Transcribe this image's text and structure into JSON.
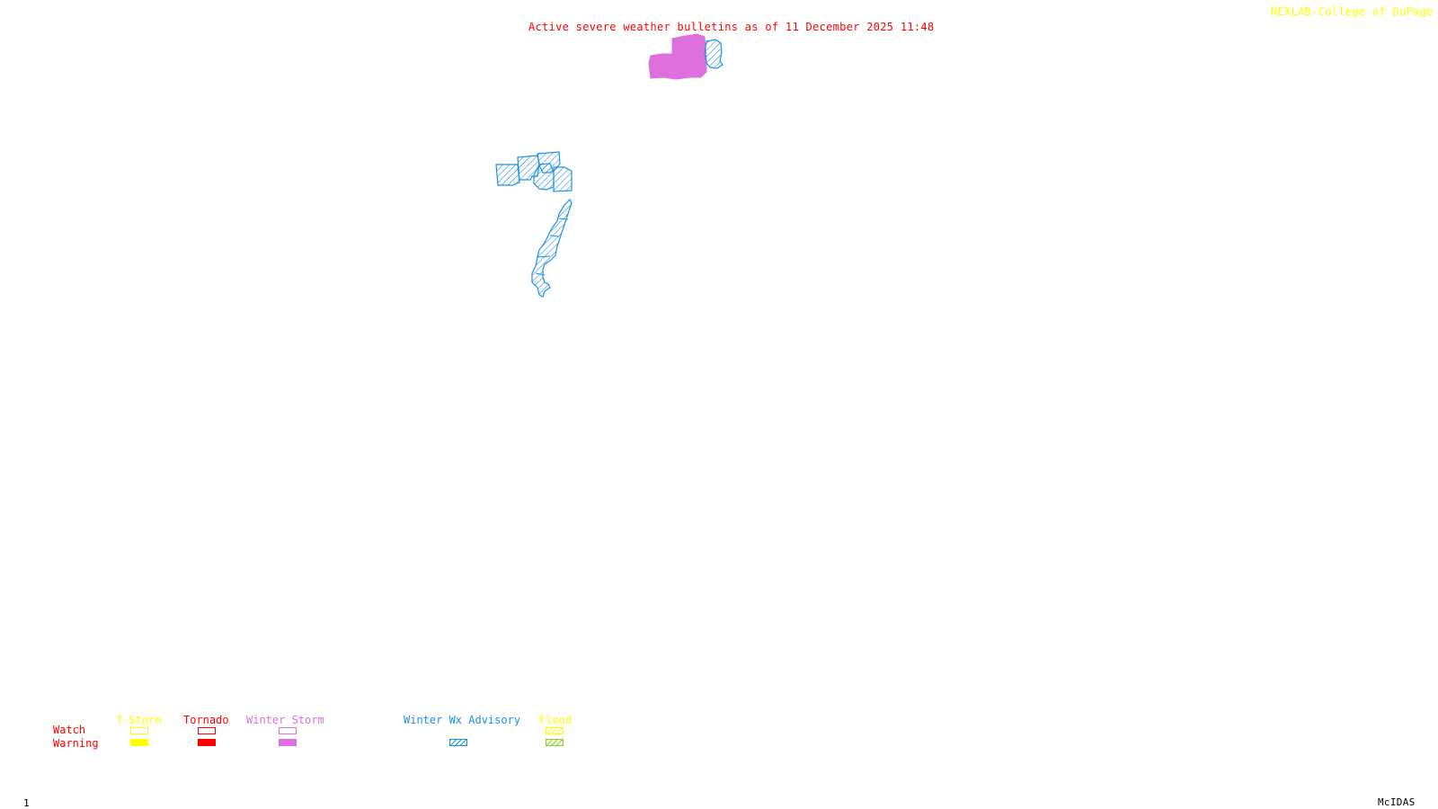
{
  "header": {
    "title": "Active severe weather bulletins as of 11 December 2025 11:48",
    "credit": "NEXLAB-College of DuPage",
    "credit_icon": "nexlab-logo-icon"
  },
  "footer": {
    "frame_number": "1",
    "software": "McIDAS"
  },
  "colors": {
    "tstorm": "#ffff00",
    "tornado": "#ff0000",
    "winter_storm": "#dd70dd",
    "winter_wx_advisory": "#1e90e8",
    "flood_watch": "#ffff00",
    "flood_warning": "#88d020",
    "row_label": "#ff0000"
  },
  "legend": {
    "rows": [
      "Watch",
      "Warning"
    ],
    "categories": [
      {
        "name": "T-Storm",
        "watch": "outline",
        "warning": "solid"
      },
      {
        "name": "Tornado",
        "watch": "outline",
        "warning": "solid"
      },
      {
        "name": "Winter Storm",
        "watch": "outline",
        "warning": "solid"
      },
      {
        "name": "Winter Wx Advisory",
        "watch": "none",
        "warning": "hatched"
      },
      {
        "name": "Flood",
        "watch": "hatched",
        "warning": "hatched"
      }
    ]
  },
  "map": {
    "areas": [
      {
        "type": "Winter Storm Warning",
        "region": "north-center",
        "style": "solid"
      },
      {
        "type": "Winter Wx Advisory",
        "region": "north-center-east",
        "style": "hatched"
      },
      {
        "type": "Winter Wx Advisory",
        "region": "central-cluster",
        "style": "hatched"
      },
      {
        "type": "Winter Wx Advisory",
        "region": "central-strip",
        "style": "hatched"
      }
    ]
  }
}
